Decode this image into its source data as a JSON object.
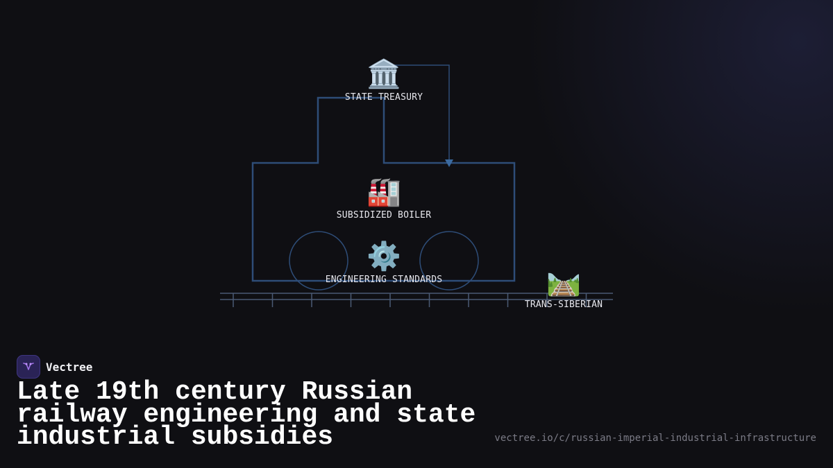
{
  "brand": {
    "name": "Vectree"
  },
  "title": "Late 19th century Russian railway engineering and state industrial subsidies",
  "url": "vectree.io/c/russian-imperial-industrial-infrastructure",
  "diagram": {
    "nodes": [
      {
        "id": "state-treasury",
        "icon": "bank-icon",
        "glyph": "🏛️",
        "label": "STATE TREASURY"
      },
      {
        "id": "subsidized-boiler",
        "icon": "factory-icon",
        "glyph": "🏭",
        "label": "SUBSIDIZED BOILER"
      },
      {
        "id": "engineering-standards",
        "icon": "gear-icon",
        "glyph": "⚙️",
        "label": "ENGINEERING STANDARDS"
      },
      {
        "id": "trans-siberian",
        "icon": "railway-track-icon",
        "glyph": "🛤️",
        "label": "TRANS-SIBERIAN"
      }
    ],
    "colors": {
      "line": "#2e4d78",
      "rail": "#4a5a74",
      "arrow": "#3b6aa0"
    }
  }
}
